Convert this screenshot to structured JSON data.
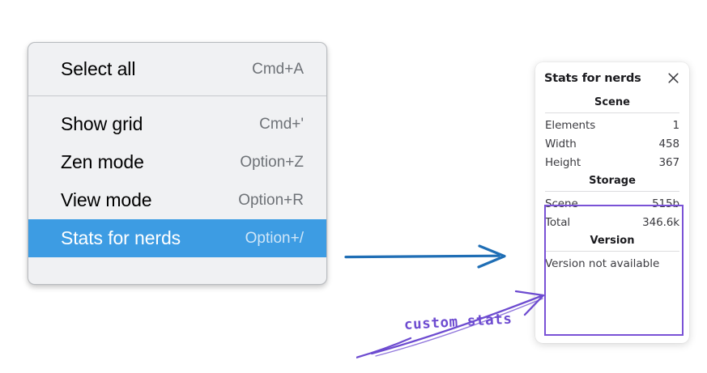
{
  "context_menu": {
    "groups": [
      {
        "items": [
          {
            "label": "Select all",
            "shortcut": "Cmd+A",
            "selected": false
          }
        ]
      },
      {
        "items": [
          {
            "label": "Show grid",
            "shortcut": "Cmd+'",
            "selected": false
          },
          {
            "label": "Zen mode",
            "shortcut": "Option+Z",
            "selected": false
          },
          {
            "label": "View mode",
            "shortcut": "Option+R",
            "selected": false
          },
          {
            "label": "Stats for nerds",
            "shortcut": "Option+/",
            "selected": true
          }
        ]
      }
    ],
    "highlight_color": "#3d9ce3",
    "background_color": "#f0f1f3"
  },
  "stats_panel": {
    "title": "Stats for nerds",
    "close_icon": "close-icon",
    "sections": [
      {
        "name": "Scene",
        "heading": "Scene",
        "rows": [
          {
            "key": "Elements",
            "value": "1"
          },
          {
            "key": "Width",
            "value": "458"
          },
          {
            "key": "Height",
            "value": "367"
          }
        ]
      },
      {
        "name": "Storage",
        "heading": "Storage",
        "rows": [
          {
            "key": "Scene",
            "value": "515b"
          },
          {
            "key": "Total",
            "value": "346.6k"
          }
        ]
      },
      {
        "name": "Version",
        "heading": "Version",
        "single_value": "Version not available"
      }
    ]
  },
  "annotations": {
    "label": "custom stats",
    "label_color": "#6d4bd0",
    "highlight_box_color": "#7a52d6",
    "blue_arrow_color": "#1f6eb5"
  }
}
